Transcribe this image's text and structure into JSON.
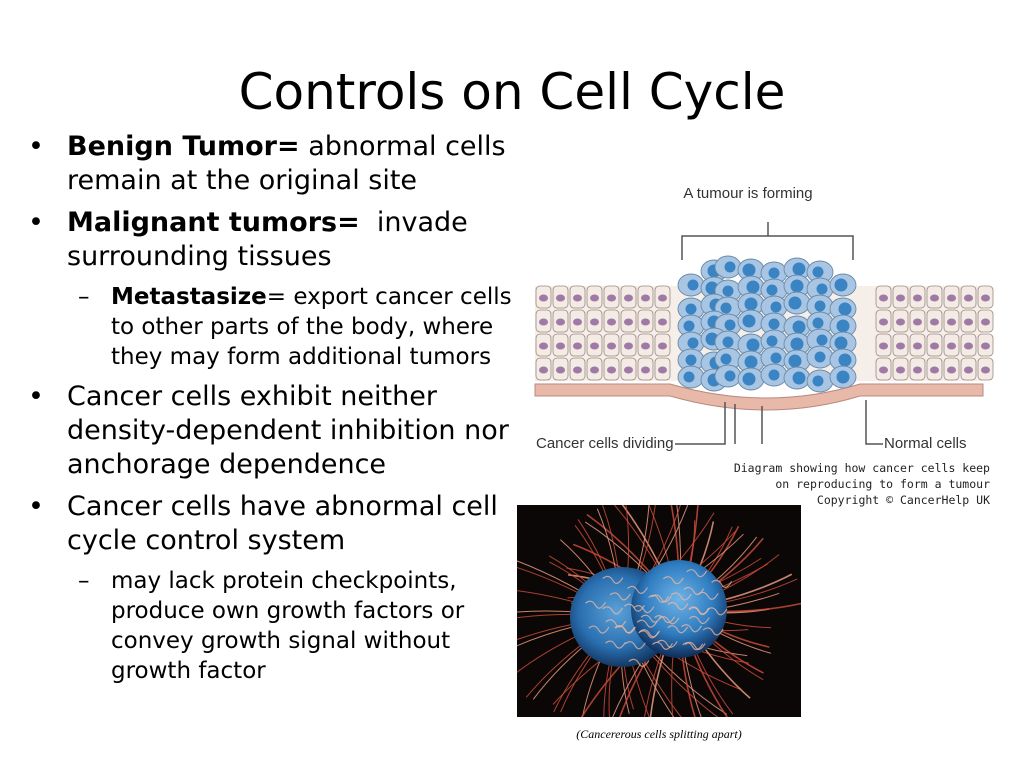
{
  "slide": {
    "title": "Controls on Cell Cycle",
    "bullets": [
      {
        "bold": "Benign Tumor=",
        "text": " abnormal cells remain at the original site"
      },
      {
        "bold": "Malignant tumors=",
        "text": "  invade surrounding tissues"
      }
    ],
    "sub_metastasize": {
      "bold": "Metastasize",
      "text": "= export cancer cells to other parts of the body, where they may form additional tumors"
    },
    "bullet3": "Cancer cells exhibit neither density-dependent inhibition nor anchorage dependence",
    "bullet4": "Cancer cells have abnormal cell cycle control system",
    "sub_checkpoints": "may lack protein checkpoints, produce own growth factors or convey growth signal without growth factor"
  },
  "diagram": {
    "title": "A tumour is forming",
    "label_dividing": "Cancer cells dividing",
    "label_normal": "Normal cells",
    "caption_line1": "Diagram showing how cancer cells keep",
    "caption_line2": "on reproducing to form a tumour",
    "copyright": "Copyright © CancerHelp UK"
  },
  "photo": {
    "caption": "(Cancererous cells splitting apart)"
  },
  "colors": {
    "normal_cell_fill": "#f4ebe4",
    "normal_nucleus": "#a07aa6",
    "cancer_cell_fill": "#a8c6e4",
    "cancer_nucleus": "#3a84c4",
    "basement": "#e8b8a8"
  },
  "icons": {
    "bullet": "bullet-dot",
    "sub_bullet": "en-dash"
  }
}
